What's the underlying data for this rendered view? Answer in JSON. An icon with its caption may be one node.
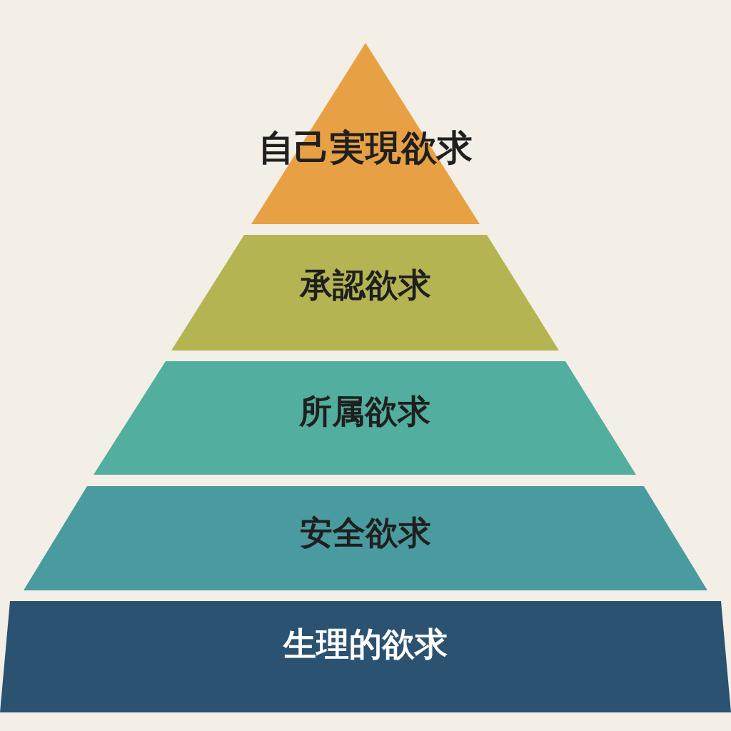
{
  "diagram": {
    "nodes": [
      {
        "text": [
          "自己実現欲求"
        ]
      },
      {
        "text": [
          "承認欲求"
        ]
      },
      {
        "text": [
          "所属欲求"
        ]
      },
      {
        "text": [
          "安全欲求"
        ]
      },
      {
        "text": [
          "生理的欲求"
        ]
      }
    ]
  }
}
